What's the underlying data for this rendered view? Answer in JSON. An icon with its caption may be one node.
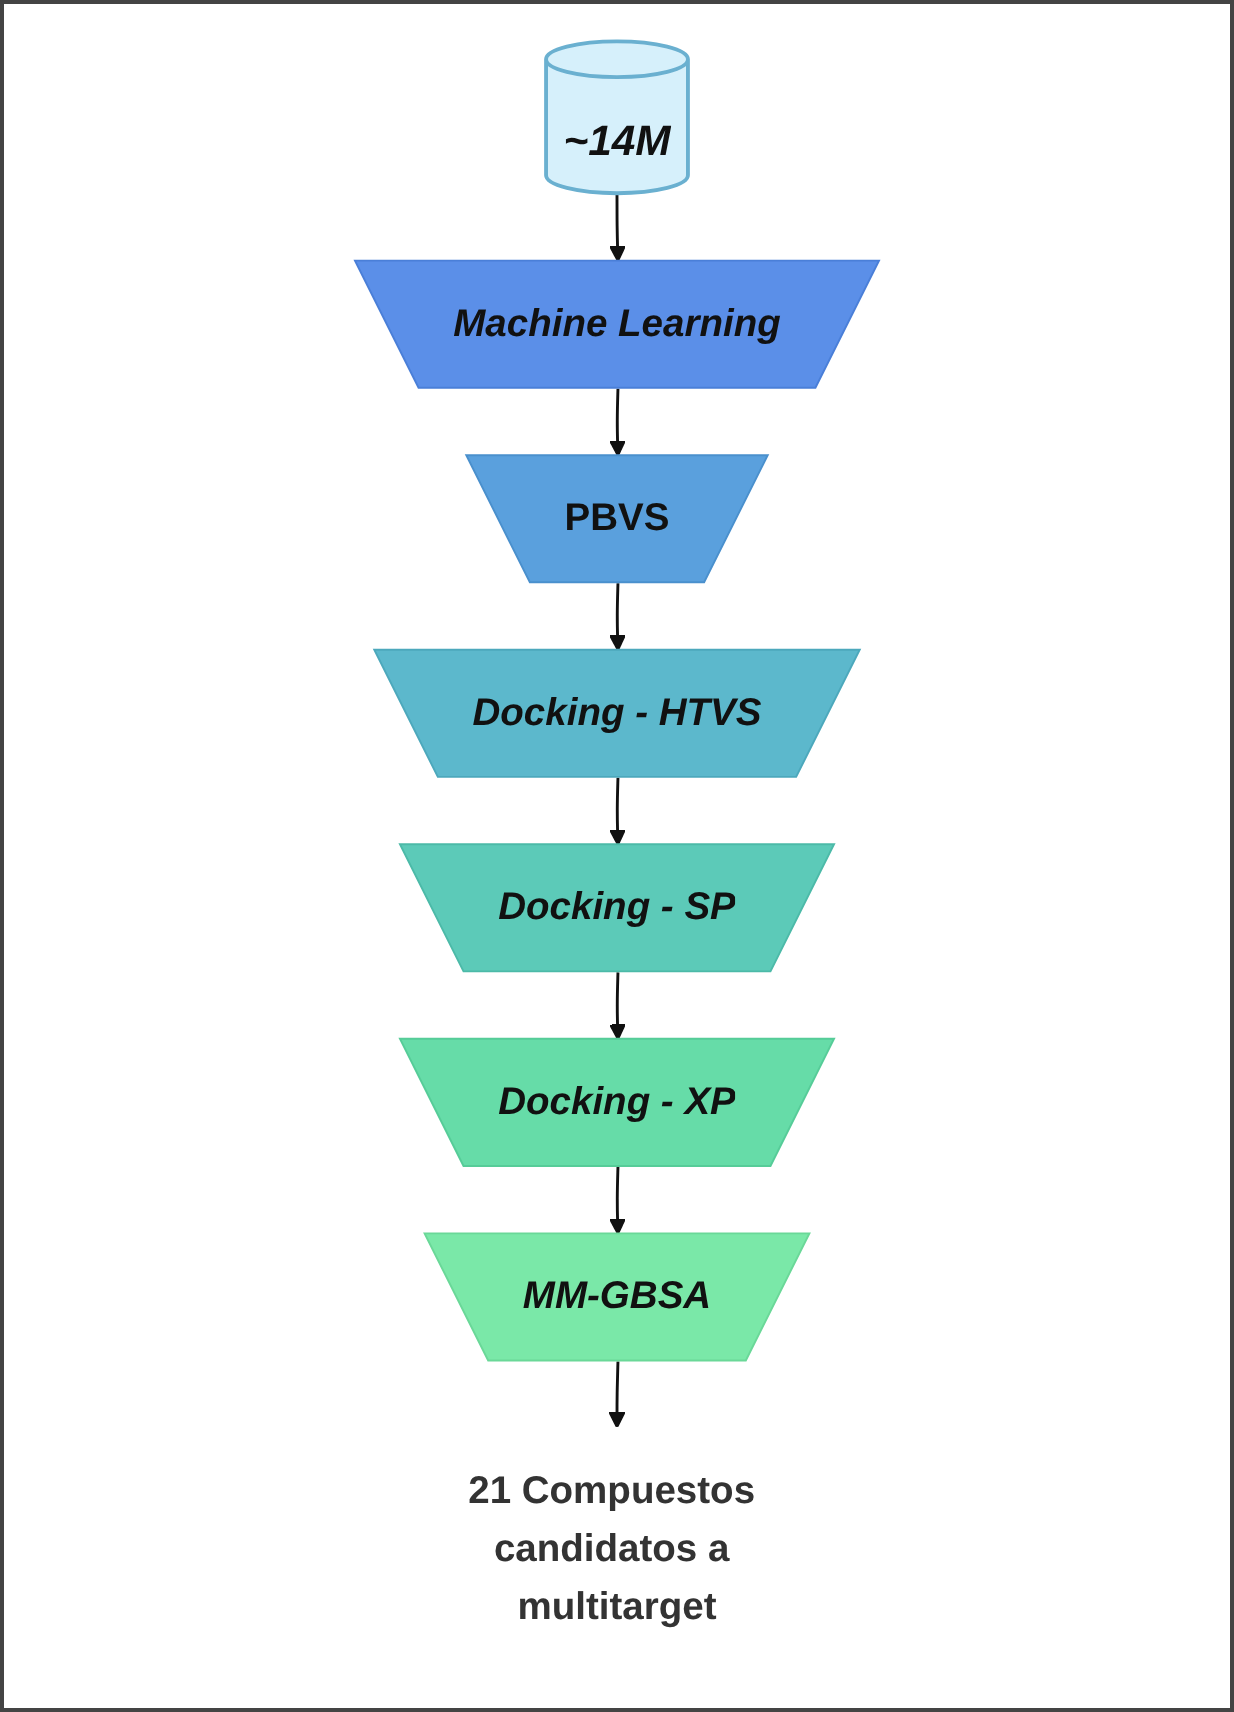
{
  "diagram": {
    "nodes": [
      {
        "text": [
          "~14M"
        ]
      },
      {
        "text": [
          "Machine Learning"
        ]
      },
      {
        "text": [
          "PBVS"
        ]
      },
      {
        "text": [
          "Docking - HTVS"
        ]
      },
      {
        "text": [
          "Docking - SP"
        ]
      },
      {
        "text": [
          "Docking - XP"
        ]
      },
      {
        "text": [
          "MM-GBSA"
        ]
      },
      {
        "text": [
          "21 Compuestos candidatos a multitarget"
        ]
      }
    ],
    "edges": [
      {
        "from": 0,
        "to": 1,
        "arrow": "to"
      },
      {
        "from": 1,
        "to": 2,
        "arrow": "to"
      },
      {
        "from": 2,
        "to": 3,
        "arrow": "to"
      },
      {
        "from": 3,
        "to": 4,
        "arrow": "to"
      },
      {
        "from": 4,
        "to": 5,
        "arrow": "to"
      },
      {
        "from": 5,
        "to": 6,
        "arrow": "to"
      },
      {
        "from": 6,
        "to": 7,
        "arrow": "to"
      }
    ]
  }
}
